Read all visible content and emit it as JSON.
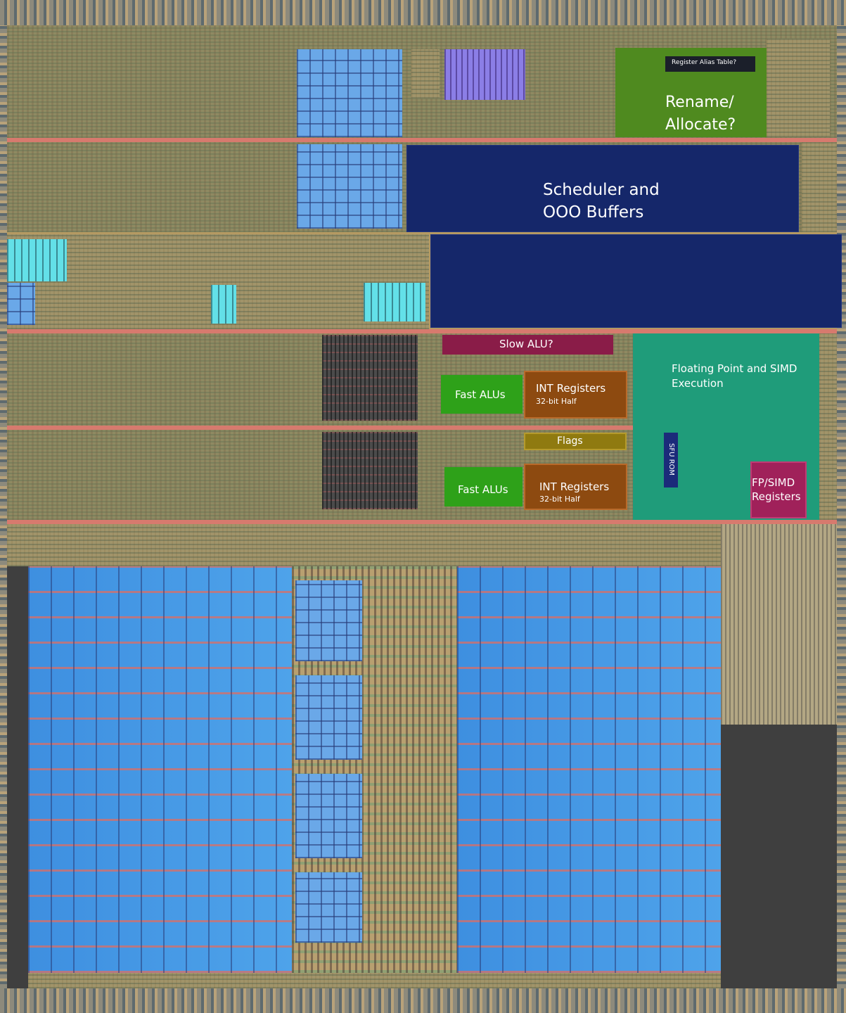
{
  "labels": {
    "register_alias_table": "Register Alias Table?",
    "rename_allocate_1": "Rename/",
    "rename_allocate_2": "Allocate?",
    "scheduler_1": "Scheduler and",
    "scheduler_2": "OOO Buffers",
    "slow_alu": "Slow ALU?",
    "fast_alus": "Fast ALUs",
    "int_registers": "INT Registers",
    "int_registers_sub": "32-bit Half",
    "flags": "Flags",
    "fp_simd_exec_1": "Floating Point and SIMD",
    "fp_simd_exec_2": "Execution",
    "sfu_rom": "SFU ROM",
    "fp_simd_reg_1": "FP/SIMD",
    "fp_simd_reg_2": "Registers"
  },
  "colors": {
    "rename": "#4f8a1f",
    "scheduler": "#15276a",
    "slow_alu": "#8a1c48",
    "fast_alu": "#2ea119",
    "int_registers": "#8d4a10",
    "flags": "#8f7a10",
    "fp_simd_exec": "#1f9c7a",
    "sfu_rom": "#1b2b7a",
    "fp_simd_registers": "#a0215a",
    "cache_sram": "#4ea3ea"
  }
}
